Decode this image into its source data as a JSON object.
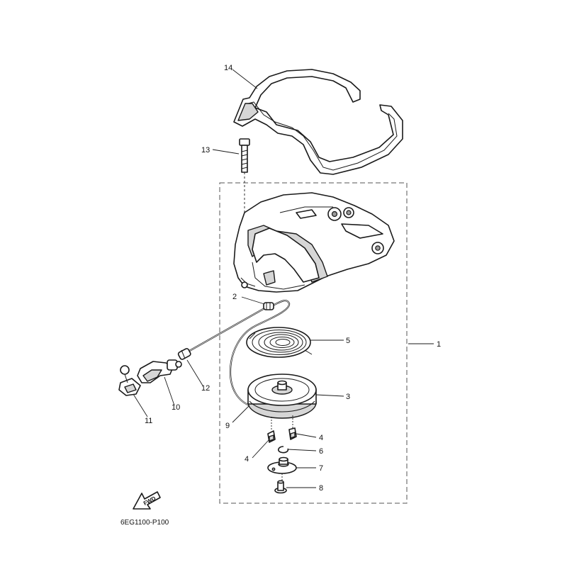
{
  "diagram_code": "6EG1100-P100",
  "fwd_label": "FWD",
  "callouts": {
    "c1": "1",
    "c2": "2",
    "c3": "3",
    "c4a": "4",
    "c4b": "4",
    "c5": "5",
    "c6": "6",
    "c7": "7",
    "c8": "8",
    "c9": "9",
    "c10": "10",
    "c11": "11",
    "c12": "12",
    "c13": "13",
    "c14": "14"
  }
}
